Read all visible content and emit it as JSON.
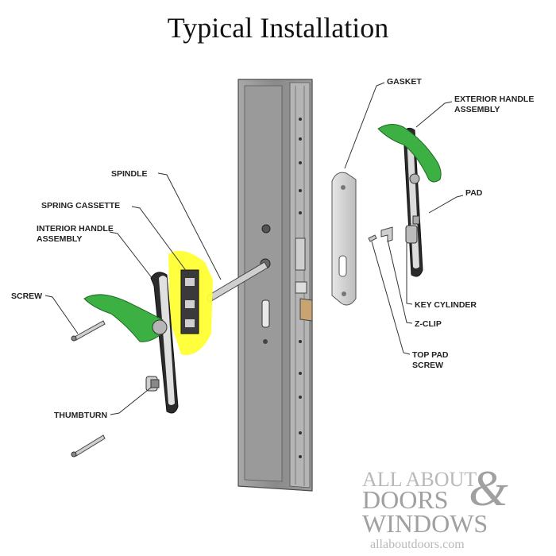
{
  "title": "Typical Installation",
  "labels": {
    "gasket": "GASKET",
    "exterior_1": "EXTERIOR HANDLE",
    "exterior_2": "ASSEMBLY",
    "spindle": "SPINDLE",
    "pad": "PAD",
    "spring_cassette": "SPRING CASSETTE",
    "interior_1": "INTERIOR HANDLE",
    "interior_2": "ASSEMBLY",
    "screw": "SCREW",
    "key_cylinder": "KEY CYLINDER",
    "z_clip": "Z-CLIP",
    "top_pad_1": "TOP PAD",
    "top_pad_2": "SCREW",
    "thumbturn": "THUMBTURN"
  },
  "watermark": {
    "line1": "ALL ABOUT",
    "line2": "DOORS",
    "amp": "&",
    "line3": "WINDOWS",
    "url": "allaboutdoors.com"
  },
  "colors": {
    "handle_green": "#3cb043",
    "highlight_yellow": "#ffff33",
    "door_gray": "#8c8c8c",
    "plate_dark": "#2b2b2b"
  }
}
